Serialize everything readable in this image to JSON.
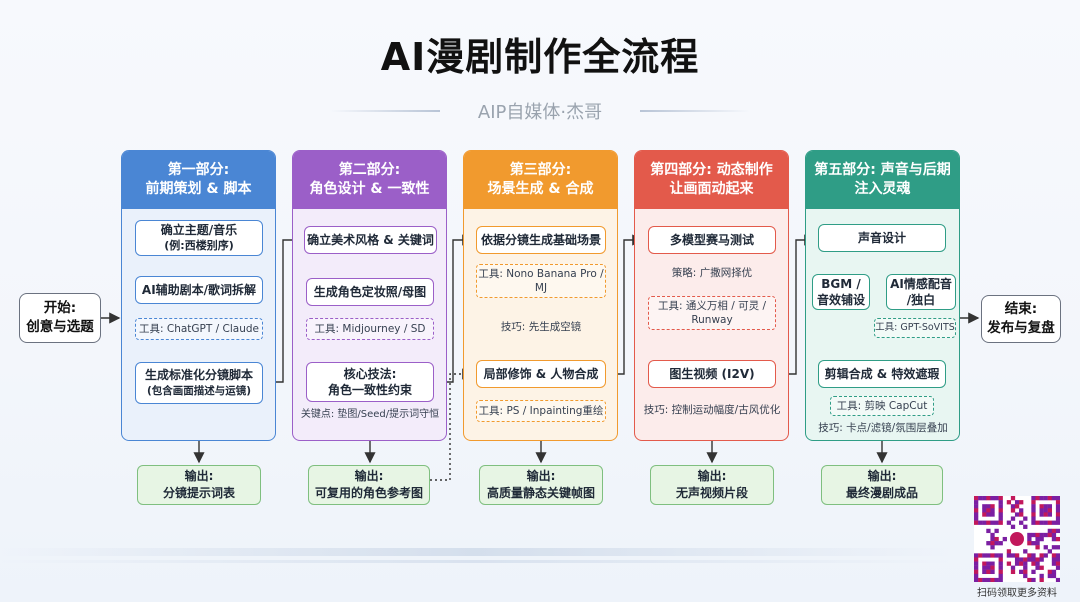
{
  "title": "AI漫剧制作全流程",
  "subtitle": "AIP自媒体·杰哥",
  "start": [
    "开始:",
    "创意与选题"
  ],
  "end": [
    "结束:",
    "发布与复盘"
  ],
  "colors": {
    "p1": "#4a86d4",
    "p1_bg": "#eaf1fb",
    "p2": "#9b5fc8",
    "p2_bg": "#f3ecfa",
    "p3": "#f19a2e",
    "p3_bg": "#fdf3e6",
    "p4": "#e35a4b",
    "p4_bg": "#fceceb",
    "p5": "#2f9d86",
    "p5_bg": "#e8f6f2",
    "output_fill": "#e7f5e4",
    "output_border": "#7fbf7f"
  },
  "panels": [
    {
      "head": [
        "第一部分:",
        "前期策划 & 脚本"
      ],
      "nodes": [
        [
          "确立主题/音乐",
          "(例:西楼别序)"
        ],
        [
          "AI辅助剧本/歌词拆解"
        ],
        [
          "生成标准化分镜脚本",
          "(包含画面描述与运镜)"
        ]
      ],
      "tools": [
        "工具: ChatGPT / Claude"
      ],
      "tips": [],
      "output": [
        "输出:",
        "分镜提示词表"
      ]
    },
    {
      "head": [
        "第二部分:",
        "角色设计 & 一致性"
      ],
      "nodes": [
        [
          "确立美术风格 & 关键词"
        ],
        [
          "生成角色定妆照/母图"
        ],
        [
          "核心技法:",
          "角色一致性约束"
        ]
      ],
      "tools": [
        "工具: Midjourney / SD"
      ],
      "tips": [
        "关键点: 垫图/Seed/提示词守恒"
      ],
      "output": [
        "输出:",
        "可复用的角色参考图"
      ]
    },
    {
      "head": [
        "第三部分:",
        "场景生成 & 合成"
      ],
      "nodes": [
        [
          "依据分镜生成基础场景"
        ],
        [
          "局部修饰 & 人物合成"
        ]
      ],
      "tools": [
        "工具: Nono Banana Pro / MJ",
        "工具: PS / Inpainting重绘"
      ],
      "tips": [
        "技巧: 先生成空镜"
      ],
      "output": [
        "输出:",
        "高质量静态关键帧图"
      ]
    },
    {
      "head": [
        "第四部分: 动态制作",
        "让画面动起来"
      ],
      "nodes": [
        [
          "多模型赛马测试"
        ],
        [
          "图生视频 (I2V)"
        ]
      ],
      "tools": [
        "工具: 通义万相 / 可灵 / Runway"
      ],
      "tips": [
        "策略: 广撒网择优",
        "技巧: 控制运动幅度/古风优化"
      ],
      "output": [
        "输出:",
        "无声视频片段"
      ]
    },
    {
      "head": [
        "第五部分: 声音与后期",
        "注入灵魂"
      ],
      "nodes": [
        [
          "声音设计"
        ],
        [
          "BGM /",
          "音效铺设"
        ],
        [
          "AI情感配音",
          "/独白"
        ],
        [
          "剪辑合成 & 特效遮瑕"
        ]
      ],
      "tools": [
        "工具: GPT-SoVITS",
        "工具: 剪映 CapCut"
      ],
      "tips": [
        "技巧: 卡点/滤镜/氛围层叠加"
      ],
      "output": [
        "输出:",
        "最终漫剧成品"
      ]
    }
  ],
  "qr_caption": "扫码领取更多资料",
  "icons": {
    "qr": "qr-code-icon",
    "wechat": "wechat-icon"
  }
}
